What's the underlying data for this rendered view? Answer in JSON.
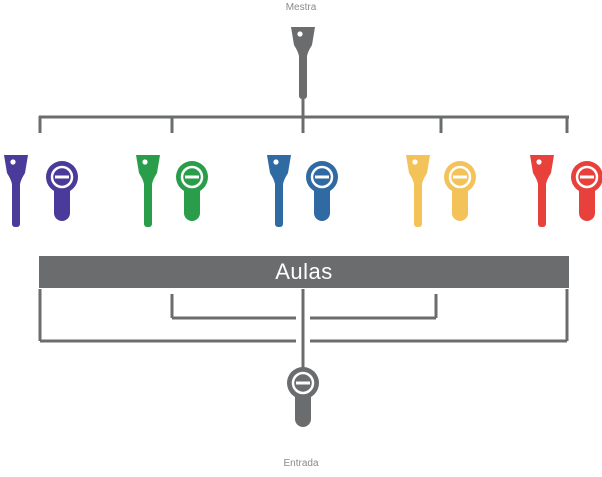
{
  "labels": {
    "top": "Mestra",
    "bottom": "Entrada",
    "banner": "Aulas"
  },
  "colors": {
    "line": "#6b6c6e",
    "master": "#6b6c6e",
    "groups": [
      "#4a3a9a",
      "#2a9d4a",
      "#2f6aa3",
      "#f3c35a",
      "#e8413c"
    ]
  },
  "icons": {
    "master": "key-icon",
    "group_key": "key-icon",
    "group_lock": "lock-cylinder-icon",
    "entrance": "lock-cylinder-icon"
  }
}
